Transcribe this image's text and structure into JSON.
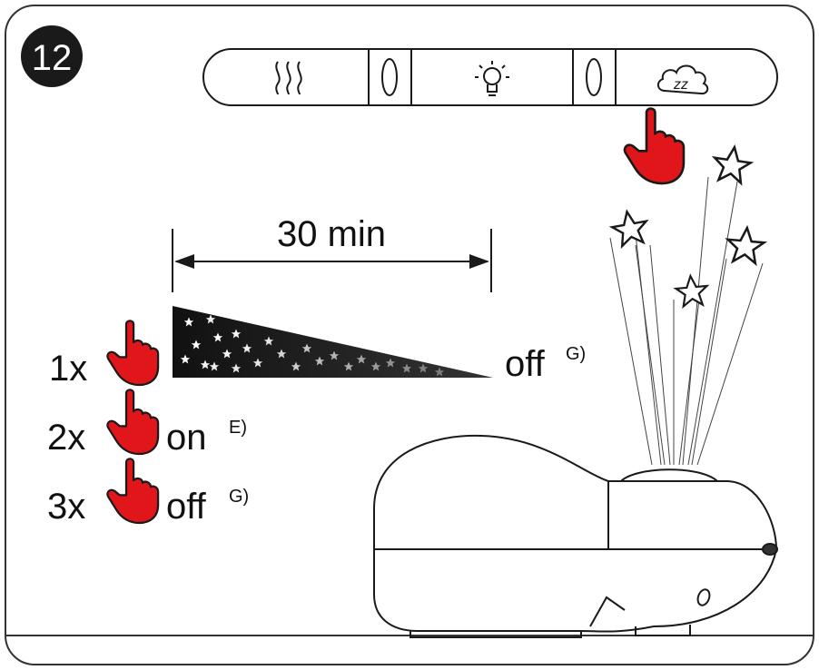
{
  "step": {
    "number": "12"
  },
  "timer": {
    "duration": "30 min"
  },
  "press_options": [
    {
      "count": "1x",
      "state": "",
      "note": ""
    },
    {
      "count": "2x",
      "state": "on",
      "note": "E)"
    },
    {
      "count": "3x",
      "state": "off",
      "note": "G)"
    }
  ],
  "fade": {
    "end_state": "off",
    "end_note": "G)"
  },
  "control_panel": {
    "buttons": [
      {
        "icon": "heat-waves-icon"
      },
      {
        "icon": "light-bulb-icon"
      },
      {
        "icon": "sleep-cloud-icon"
      }
    ]
  },
  "colors": {
    "hand": "#e0161b",
    "fade_dark": "#1a1a1a",
    "outline": "#1a1a1a"
  }
}
